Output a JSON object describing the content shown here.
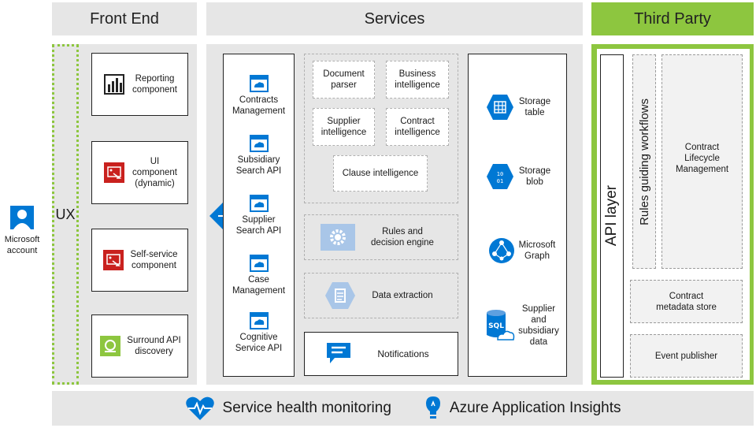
{
  "headers": {
    "front_end": "Front End",
    "services": "Services",
    "third_party": "Third Party"
  },
  "microsoft_account": "Microsoft\naccount",
  "ux_label": "UX",
  "front_end_components": [
    {
      "label": "Reporting\ncomponent",
      "icon": "power-bi-icon"
    },
    {
      "label": "UI\ncomponent\n(dynamic)",
      "icon": "ui-component-icon"
    },
    {
      "label": "Self-service\ncomponent",
      "icon": "self-service-icon"
    },
    {
      "label": "Surround API\ndiscovery",
      "icon": "api-discovery-icon"
    }
  ],
  "apis": [
    {
      "label": "Contracts\nManagement"
    },
    {
      "label": "Subsidiary\nSearch API"
    },
    {
      "label": "Supplier\nSearch API"
    },
    {
      "label": "Case\nManagement"
    },
    {
      "label": "Cognitive\nService API"
    }
  ],
  "intelligence": {
    "document_parser": "Document\nparser",
    "business_intelligence": "Business\nintelligence",
    "supplier_intelligence": "Supplier\nintelligence",
    "contract_intelligence": "Contract\nintelligence",
    "clause_intelligence": "Clause intelligence"
  },
  "rules_engine": "Rules and\ndecision engine",
  "data_extraction": "Data extraction",
  "notifications": "Notifications",
  "storage": [
    {
      "label": "Storage\ntable",
      "icon": "storage-table-icon"
    },
    {
      "label": "Storage\nblob",
      "icon": "storage-blob-icon"
    },
    {
      "label": "Microsoft\nGraph",
      "icon": "microsoft-graph-icon"
    },
    {
      "label": "Supplier\nand\nsubsidiary\ndata",
      "icon": "sql-database-icon"
    }
  ],
  "third_party": {
    "api_layer": "API layer",
    "rules_workflows": "Rules guiding workflows",
    "clm": "Contract\nLifecycle\nManagement",
    "metadata_store": "Contract\nmetadata store",
    "event_publisher": "Event publisher"
  },
  "footer": {
    "health": "Service health monitoring",
    "insights": "Azure Application Insights"
  },
  "colors": {
    "azure_blue": "#0078d4",
    "green": "#8dc63f",
    "red": "#c9211e",
    "panel_gray": "#e6e6e6"
  }
}
